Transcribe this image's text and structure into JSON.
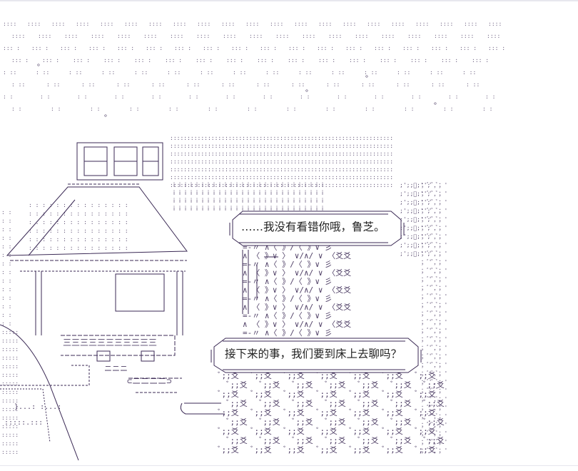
{
  "artwork": {
    "description": "ascii-art-scene",
    "speech_bubbles": [
      {
        "text": "……我没有看错你哦，鲁芝。"
      },
      {
        "text": "接下来的事，我们要到床上去聊吗？"
      }
    ]
  },
  "colors": {
    "background": "#ffffff",
    "art_ink": "#3b2a55",
    "text": "#222222"
  }
}
